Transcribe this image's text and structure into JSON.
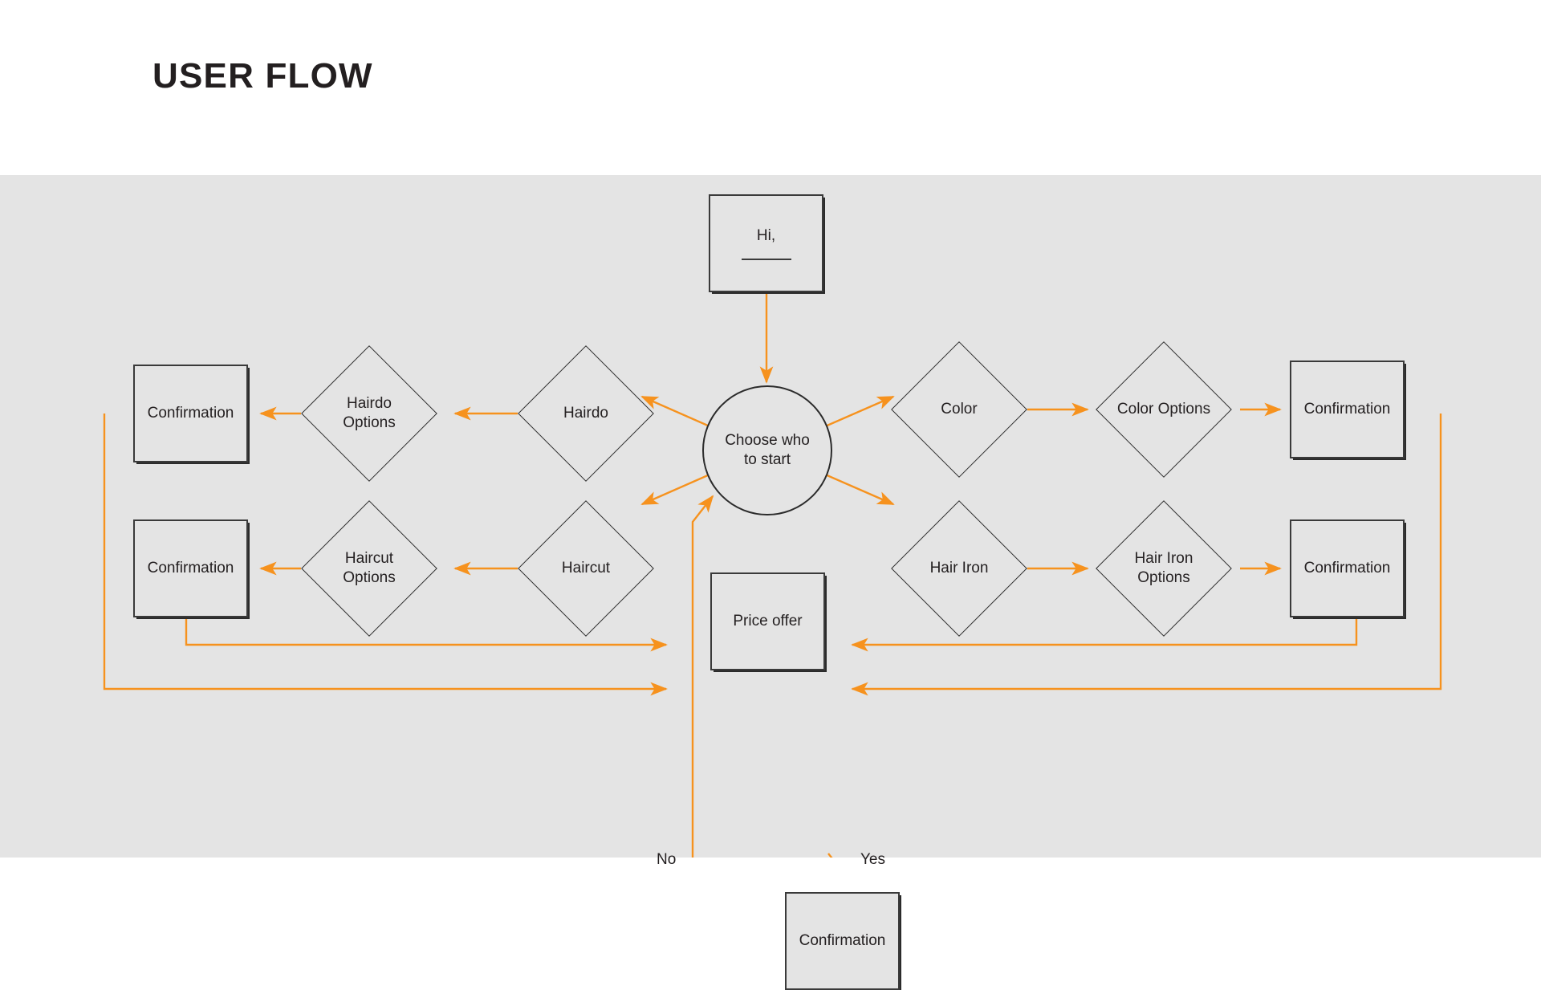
{
  "header": {
    "title": "USER FLOW"
  },
  "colors": {
    "background_page": "#ffffff",
    "background_canvas": "#e4e4e4",
    "node_stroke": "#2b2b2b",
    "arrow_accent": "#f6921e",
    "text": "#231f20"
  },
  "diagram": {
    "type": "flowchart",
    "start": {
      "label": "Hi,",
      "has_name_blank_line": true
    },
    "decision_hub": {
      "label": "Choose who to start"
    },
    "branches": [
      {
        "side": "left",
        "row": "top",
        "service": "Hairdo",
        "options": "Hairdo Options",
        "confirmation": "Confirmation"
      },
      {
        "side": "left",
        "row": "bottom",
        "service": "Haircut",
        "options": "Haircut Options",
        "confirmation": "Confirmation"
      },
      {
        "side": "right",
        "row": "top",
        "service": "Color",
        "options": "Color Options",
        "confirmation": "Confirmation"
      },
      {
        "side": "right",
        "row": "bottom",
        "service": "Hair Iron",
        "options": "Hair Iron Options",
        "confirmation": "Confirmation"
      }
    ],
    "price_offer": {
      "label": "Price offer"
    },
    "decision_labels": {
      "no": "No",
      "yes": "Yes"
    },
    "final_confirmation": {
      "label": "Confirmation"
    }
  }
}
